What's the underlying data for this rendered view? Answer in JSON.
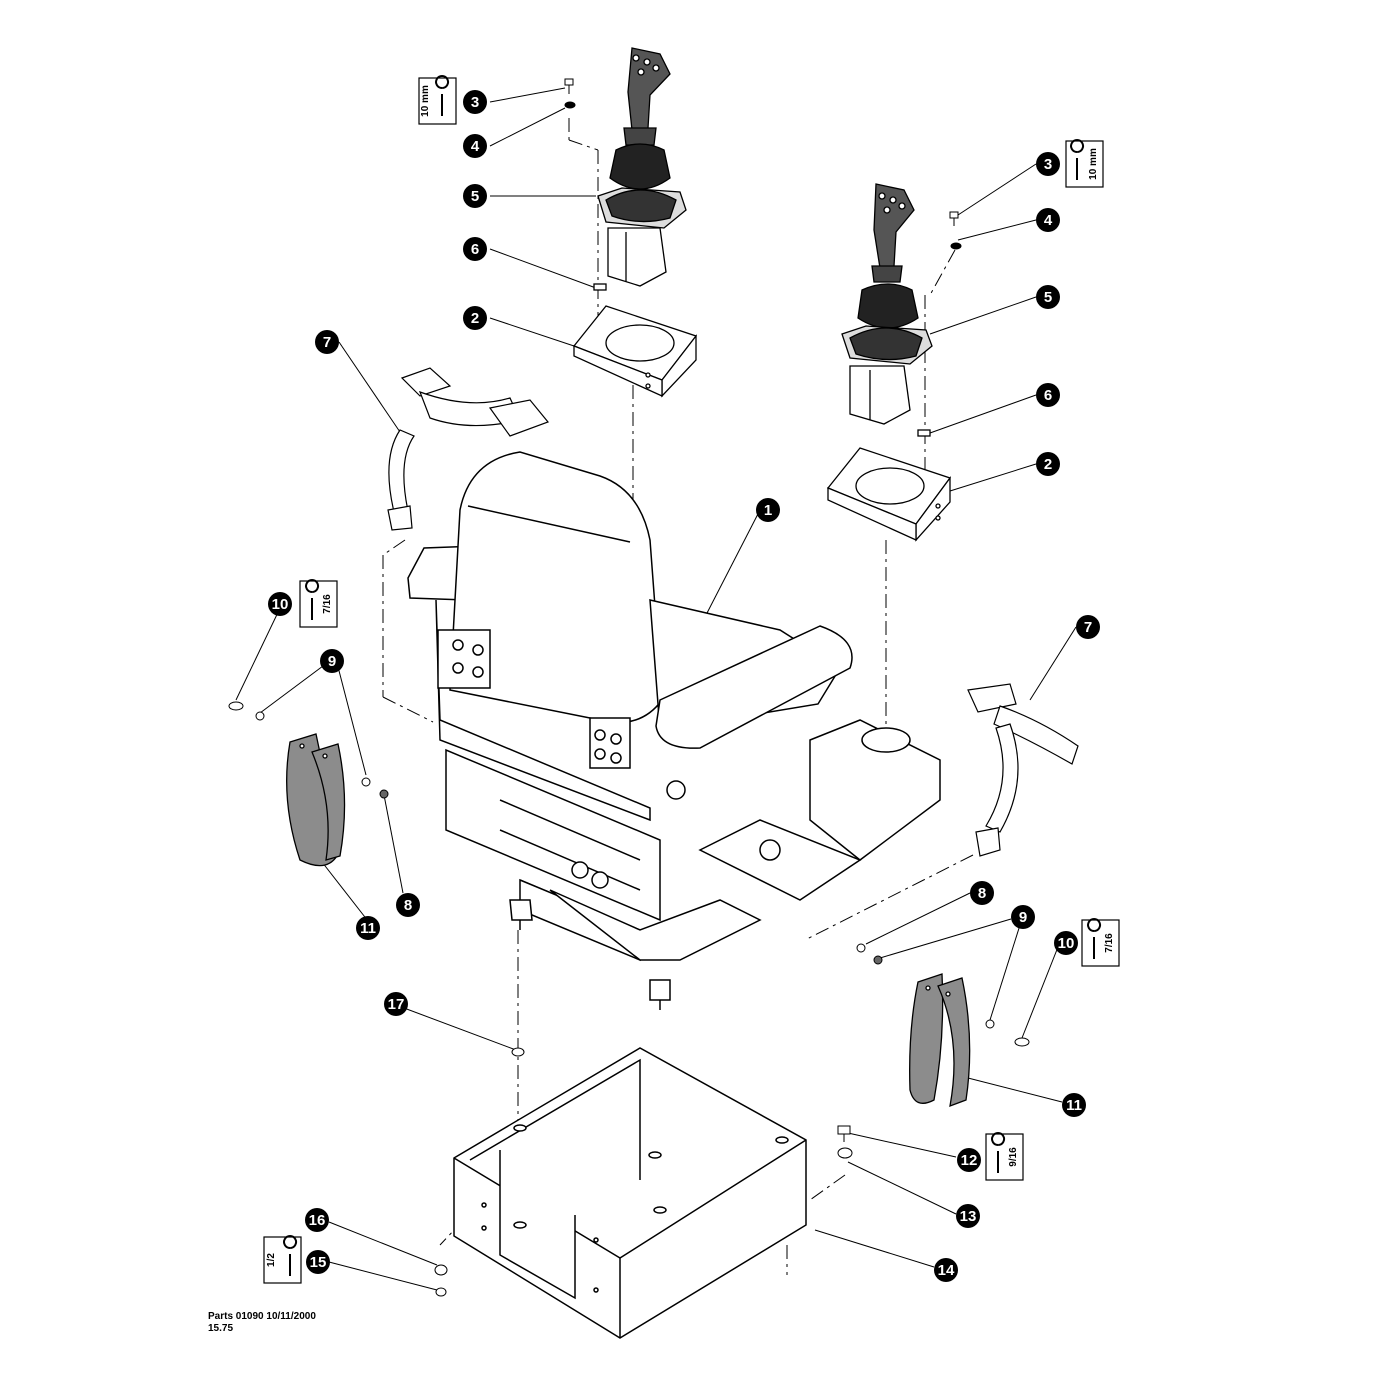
{
  "callouts": [
    {
      "id": "c1",
      "label": "1"
    },
    {
      "id": "c2a",
      "label": "2"
    },
    {
      "id": "c2b",
      "label": "2"
    },
    {
      "id": "c3a",
      "label": "3"
    },
    {
      "id": "c3b",
      "label": "3"
    },
    {
      "id": "c4a",
      "label": "4"
    },
    {
      "id": "c4b",
      "label": "4"
    },
    {
      "id": "c5a",
      "label": "5"
    },
    {
      "id": "c5b",
      "label": "5"
    },
    {
      "id": "c6a",
      "label": "6"
    },
    {
      "id": "c6b",
      "label": "6"
    },
    {
      "id": "c7a",
      "label": "7"
    },
    {
      "id": "c7b",
      "label": "7"
    },
    {
      "id": "c8a",
      "label": "8"
    },
    {
      "id": "c8b",
      "label": "8"
    },
    {
      "id": "c9a",
      "label": "9"
    },
    {
      "id": "c9b",
      "label": "9"
    },
    {
      "id": "c10a",
      "label": "10"
    },
    {
      "id": "c10b",
      "label": "10"
    },
    {
      "id": "c11a",
      "label": "11"
    },
    {
      "id": "c11b",
      "label": "11"
    },
    {
      "id": "c12",
      "label": "12"
    },
    {
      "id": "c13",
      "label": "13"
    },
    {
      "id": "c14",
      "label": "14"
    },
    {
      "id": "c15",
      "label": "15"
    },
    {
      "id": "c16",
      "label": "16"
    },
    {
      "id": "c17",
      "label": "17"
    }
  ],
  "tool_badges": [
    {
      "id": "t3a",
      "size": "10 mm"
    },
    {
      "id": "t3b",
      "size": "10 mm"
    },
    {
      "id": "t10a",
      "size": "7/16"
    },
    {
      "id": "t10b",
      "size": "7/16"
    },
    {
      "id": "t12",
      "size": "9/16"
    },
    {
      "id": "t15",
      "size": "1/2"
    }
  ],
  "footer": {
    "line1": "Parts 01090  10/11/2000",
    "line2": "15.75"
  },
  "colors": {
    "ink": "#000000",
    "strap_fill": "#8c8c8c",
    "joystick_fill": "#555555",
    "paper": "#ffffff"
  }
}
